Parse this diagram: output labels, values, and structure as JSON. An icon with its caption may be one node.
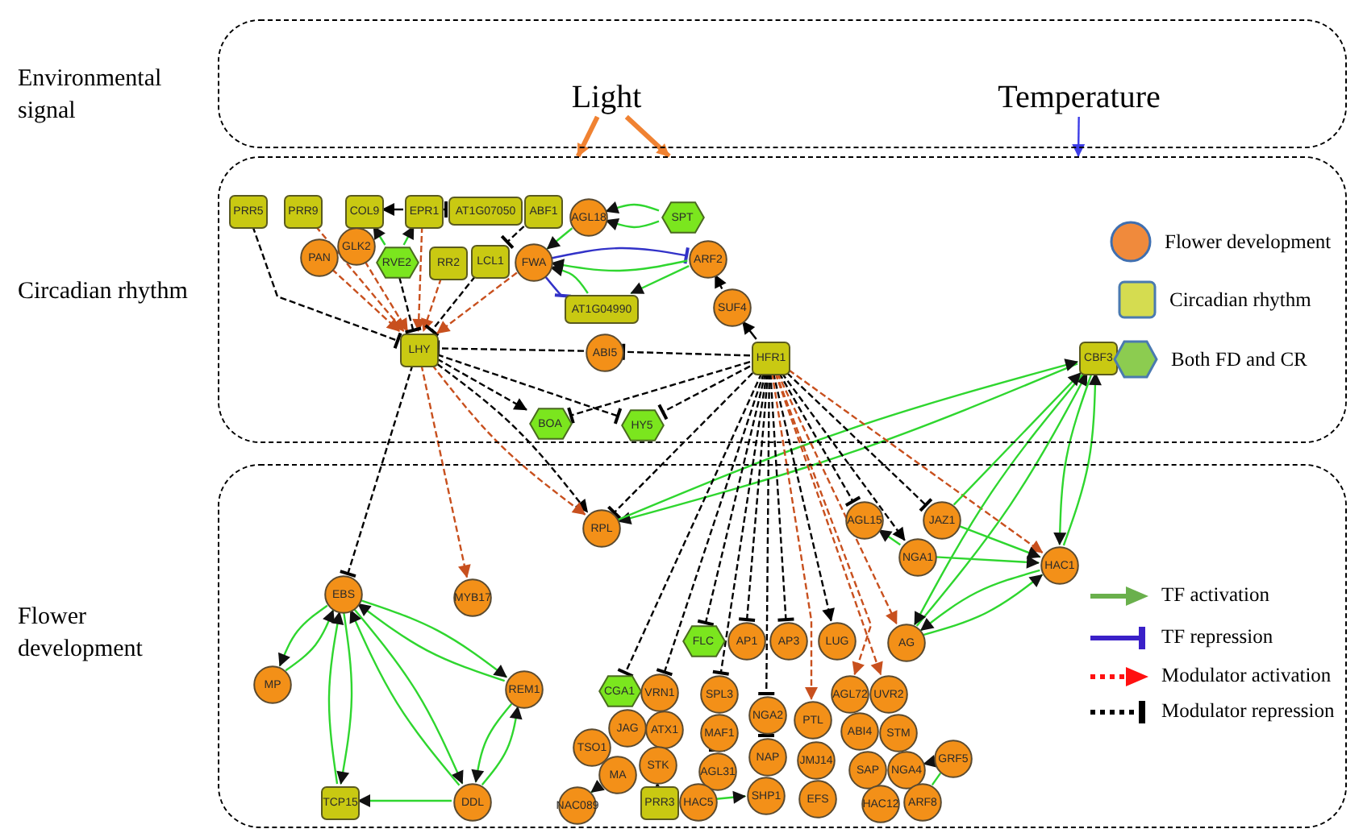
{
  "diagram": {
    "nodes": [
      {
        "text": [
          "Environmental signal"
        ]
      },
      {
        "text": [
          "Light"
        ],
        "in": 0
      },
      {
        "text": [
          "Temperature"
        ],
        "in": 0
      },
      {
        "text": [
          "Circadian rhythm"
        ]
      },
      {
        "text": [
          "PRR5"
        ],
        "in": 3
      },
      {
        "text": [
          "PRR9"
        ],
        "in": 3
      },
      {
        "text": [
          "COL9"
        ],
        "in": 3
      },
      {
        "text": [
          "EPR1"
        ],
        "in": 3
      },
      {
        "text": [
          "AT1G07050"
        ],
        "in": 3
      },
      {
        "text": [
          "ABF1"
        ],
        "in": 3
      },
      {
        "text": [
          "AGL18"
        ],
        "in": 3
      },
      {
        "text": [
          "SPT"
        ],
        "in": 3
      },
      {
        "text": [
          "PAN"
        ],
        "in": 3
      },
      {
        "text": [
          "GLK2"
        ],
        "in": 3
      },
      {
        "text": [
          "RVE2"
        ],
        "in": 3
      },
      {
        "text": [
          "RR2"
        ],
        "in": 3
      },
      {
        "text": [
          "LCL1"
        ],
        "in": 3
      },
      {
        "text": [
          "FWA"
        ],
        "in": 3
      },
      {
        "text": [
          "ARF2"
        ],
        "in": 3
      },
      {
        "text": [
          "AT1G04990"
        ],
        "in": 3
      },
      {
        "text": [
          "SUF4"
        ],
        "in": 3
      },
      {
        "text": [
          "LHY"
        ],
        "in": 3
      },
      {
        "text": [
          "ABI5"
        ],
        "in": 3
      },
      {
        "text": [
          "HFR1"
        ],
        "in": 3
      },
      {
        "text": [
          "CBF3"
        ],
        "in": 3
      },
      {
        "text": [
          "BOA"
        ],
        "in": 3
      },
      {
        "text": [
          "HY5"
        ],
        "in": 3
      },
      {
        "text": [
          "Flower development"
        ]
      },
      {
        "text": [
          "RPL"
        ],
        "in": 27
      },
      {
        "text": [
          "AGL15"
        ],
        "in": 27
      },
      {
        "text": [
          "JAZ1"
        ],
        "in": 27
      },
      {
        "text": [
          "NGA1"
        ],
        "in": 27
      },
      {
        "text": [
          "HAC1"
        ],
        "in": 27
      },
      {
        "text": [
          "EBS"
        ],
        "in": 27
      },
      {
        "text": [
          "MYB17"
        ],
        "in": 27
      },
      {
        "text": [
          "REM1"
        ],
        "in": 27
      },
      {
        "text": [
          "MP"
        ],
        "in": 27
      },
      {
        "text": [
          "FLC"
        ],
        "in": 27
      },
      {
        "text": [
          "AP1"
        ],
        "in": 27
      },
      {
        "text": [
          "AP3"
        ],
        "in": 27
      },
      {
        "text": [
          "LUG"
        ],
        "in": 27
      },
      {
        "text": [
          "AG"
        ],
        "in": 27
      },
      {
        "text": [
          "CGA1"
        ],
        "in": 27
      },
      {
        "text": [
          "VRN1"
        ],
        "in": 27
      },
      {
        "text": [
          "SPL3"
        ],
        "in": 27
      },
      {
        "text": [
          "AGL72"
        ],
        "in": 27
      },
      {
        "text": [
          "UVR2"
        ],
        "in": 27
      },
      {
        "text": [
          "NGA2"
        ],
        "in": 27
      },
      {
        "text": [
          "PTL"
        ],
        "in": 27
      },
      {
        "text": [
          "JAG"
        ],
        "in": 27
      },
      {
        "text": [
          "ATX1"
        ],
        "in": 27
      },
      {
        "text": [
          "ABI4"
        ],
        "in": 27
      },
      {
        "text": [
          "STM"
        ],
        "in": 27
      },
      {
        "text": [
          "MAF1"
        ],
        "in": 27
      },
      {
        "text": [
          "TSO1"
        ],
        "in": 27
      },
      {
        "text": [
          "STK"
        ],
        "in": 27
      },
      {
        "text": [
          "MA"
        ],
        "in": 27
      },
      {
        "text": [
          "NAP"
        ],
        "in": 27
      },
      {
        "text": [
          "SAP"
        ],
        "in": 27
      },
      {
        "text": [
          "NGA4"
        ],
        "in": 27
      },
      {
        "text": [
          "GRF5"
        ],
        "in": 27
      },
      {
        "text": [
          "AGL31"
        ],
        "in": 27
      },
      {
        "text": [
          "JMJ14"
        ],
        "in": 27
      },
      {
        "text": [
          "DDL"
        ],
        "in": 27
      },
      {
        "text": [
          "TCP15"
        ],
        "in": 27
      },
      {
        "text": [
          "NAC089"
        ],
        "in": 27
      },
      {
        "text": [
          "PRR3"
        ],
        "in": 27
      },
      {
        "text": [
          "HAC5"
        ],
        "in": 27
      },
      {
        "text": [
          "SHP1"
        ],
        "in": 27
      },
      {
        "text": [
          "EFS"
        ],
        "in": 27
      },
      {
        "text": [
          "HAC12"
        ],
        "in": 27
      },
      {
        "text": [
          "ARF8"
        ],
        "in": 27
      }
    ],
    "edges": [
      {
        "from": 1,
        "to": 3,
        "arrow": "to",
        "style": "thick",
        "color": "#f08232"
      },
      {
        "from": 1,
        "to": 3,
        "arrow": "to",
        "style": "thick",
        "color": "#f08232"
      },
      {
        "from": 2,
        "to": 3,
        "arrow": "to",
        "color": "#3c3ce6"
      },
      {
        "from": 4,
        "to": 21,
        "arrow": "other",
        "style": "dashed",
        "color": "#000000"
      },
      {
        "from": 5,
        "to": 21,
        "arrow": "to",
        "style": "dashed",
        "color": "#c8501e"
      },
      {
        "from": 7,
        "to": 6,
        "arrow": "to",
        "color": "#000000"
      },
      {
        "from": 7,
        "to": 8,
        "arrow": "other",
        "color": "#000000"
      },
      {
        "from": 7,
        "to": 21,
        "arrow": "to",
        "style": "dashed",
        "color": "#c8501e"
      },
      {
        "from": 14,
        "to": 6,
        "arrow": "to"
      },
      {
        "from": 14,
        "to": 7,
        "arrow": "to"
      },
      {
        "from": 9,
        "to": 16,
        "arrow": "other",
        "style": "dashed",
        "color": "#000000"
      },
      {
        "from": 12,
        "to": 21,
        "arrow": "to",
        "style": "dashed",
        "color": "#c8501e"
      },
      {
        "from": 13,
        "to": 21,
        "arrow": "to",
        "style": "dashed",
        "color": "#c8501e"
      },
      {
        "from": 14,
        "to": 21,
        "arrow": "other",
        "style": "dashed",
        "color": "#000000"
      },
      {
        "from": 15,
        "to": 21,
        "arrow": "to",
        "style": "dashed",
        "color": "#c8501e"
      },
      {
        "from": 16,
        "to": 21,
        "arrow": "other",
        "style": "dashed",
        "color": "#000000"
      },
      {
        "from": 17,
        "to": 21,
        "arrow": "to",
        "style": "dashed",
        "color": "#c8501e"
      },
      {
        "from": 11,
        "to": 10,
        "arrow": "to"
      },
      {
        "from": 11,
        "to": 10,
        "arrow": "to"
      },
      {
        "from": 10,
        "to": 17,
        "arrow": "to"
      },
      {
        "from": 17,
        "to": 18,
        "arrow": "other",
        "color": "#3232c8"
      },
      {
        "from": 18,
        "to": 17,
        "arrow": "to"
      },
      {
        "from": 18,
        "to": 19,
        "arrow": "to"
      },
      {
        "from": 19,
        "to": 17,
        "arrow": "to"
      },
      {
        "from": 17,
        "to": 19,
        "arrow": "other",
        "color": "#3232c8"
      },
      {
        "from": 20,
        "to": 18,
        "arrow": "to",
        "color": "#000000"
      },
      {
        "from": 23,
        "to": 20,
        "arrow": "to",
        "color": "#000000"
      },
      {
        "from": 23,
        "to": 22,
        "arrow": "other",
        "style": "dashed",
        "color": "#000000"
      },
      {
        "from": 22,
        "to": 21,
        "arrow": "other",
        "style": "dashed",
        "color": "#000000"
      },
      {
        "from": 21,
        "to": 25,
        "arrow": "to",
        "style": "dashed",
        "color": "#000000"
      },
      {
        "from": 21,
        "to": 26,
        "arrow": "other",
        "style": "dashed",
        "color": "#000000"
      },
      {
        "from": 23,
        "to": 25,
        "arrow": "other",
        "style": "dashed",
        "color": "#000000"
      },
      {
        "from": 23,
        "to": 26,
        "arrow": "other",
        "style": "dashed",
        "color": "#000000"
      },
      {
        "from": 21,
        "to": 28,
        "arrow": "to",
        "style": "dashed",
        "color": "#000000"
      },
      {
        "from": 21,
        "to": 28,
        "arrow": "to",
        "style": "dashed",
        "color": "#c8501e"
      },
      {
        "from": 23,
        "to": 28,
        "arrow": "other",
        "style": "dashed",
        "color": "#000000"
      },
      {
        "from": 21,
        "to": 33,
        "arrow": "other",
        "style": "dashed",
        "color": "#000000"
      },
      {
        "from": 21,
        "to": 34,
        "arrow": "to",
        "style": "dashed",
        "color": "#c8501e"
      },
      {
        "from": 24,
        "to": 28,
        "arrow": "to"
      },
      {
        "from": 28,
        "to": 24,
        "arrow": "to"
      },
      {
        "from": 23,
        "to": 29,
        "arrow": "other",
        "style": "dashed",
        "color": "#000000"
      },
      {
        "from": 23,
        "to": 30,
        "arrow": "other",
        "style": "dashed",
        "color": "#000000"
      },
      {
        "from": 23,
        "to": 31,
        "arrow": "to",
        "style": "dashed",
        "color": "#000000"
      },
      {
        "from": 23,
        "to": 32,
        "arrow": "to",
        "style": "dashed",
        "color": "#c8501e"
      },
      {
        "from": 23,
        "to": 41,
        "arrow": "to",
        "style": "dashed",
        "color": "#c8501e"
      },
      {
        "from": 23,
        "to": 40,
        "arrow": "to",
        "style": "dashed",
        "color": "#000000"
      },
      {
        "from": 23,
        "to": 45,
        "arrow": "to",
        "style": "dashed",
        "color": "#c8501e"
      },
      {
        "from": 23,
        "to": 46,
        "arrow": "to",
        "style": "dashed",
        "color": "#c8501e"
      },
      {
        "from": 23,
        "to": 48,
        "arrow": "to",
        "style": "dashed",
        "color": "#c8501e"
      },
      {
        "from": 23,
        "to": 39,
        "arrow": "other",
        "style": "dashed",
        "color": "#000000"
      },
      {
        "from": 23,
        "to": 38,
        "arrow": "other",
        "style": "dashed",
        "color": "#000000"
      },
      {
        "from": 23,
        "to": 47,
        "arrow": "other",
        "style": "dashed",
        "color": "#000000"
      },
      {
        "from": 23,
        "to": 44,
        "arrow": "other",
        "style": "dashed",
        "color": "#000000"
      },
      {
        "from": 23,
        "to": 37,
        "arrow": "other",
        "style": "dashed",
        "color": "#000000"
      },
      {
        "from": 23,
        "to": 43,
        "arrow": "other",
        "style": "dashed",
        "color": "#000000"
      },
      {
        "from": 23,
        "to": 42,
        "arrow": "other",
        "style": "dashed",
        "color": "#000000"
      },
      {
        "from": 47,
        "to": 57,
        "arrow": "other",
        "style": "dashed",
        "color": "#000000"
      },
      {
        "from": 53,
        "to": 61,
        "arrow": "other",
        "style": "dashed",
        "color": "#000000"
      },
      {
        "from": 31,
        "to": 29,
        "arrow": "to"
      },
      {
        "from": 30,
        "to": 32,
        "arrow": "to"
      },
      {
        "from": 31,
        "to": 32,
        "arrow": "to"
      },
      {
        "from": 41,
        "to": 24,
        "arrow": "to"
      },
      {
        "from": 24,
        "to": 41,
        "arrow": "to"
      },
      {
        "from": 32,
        "to": 24,
        "arrow": "to"
      },
      {
        "from": 24,
        "to": 32,
        "arrow": "to"
      },
      {
        "from": 30,
        "to": 24,
        "arrow": "to"
      },
      {
        "from": 41,
        "to": 32,
        "arrow": "to"
      },
      {
        "from": 32,
        "to": 41,
        "arrow": "to"
      },
      {
        "from": 36,
        "to": 33,
        "arrow": "to"
      },
      {
        "from": 33,
        "to": 36,
        "arrow": "to"
      },
      {
        "from": 33,
        "to": 64,
        "arrow": "to"
      },
      {
        "from": 64,
        "to": 33,
        "arrow": "to"
      },
      {
        "from": 33,
        "to": 63,
        "arrow": "to"
      },
      {
        "from": 63,
        "to": 33,
        "arrow": "to"
      },
      {
        "from": 33,
        "to": 35,
        "arrow": "to"
      },
      {
        "from": 35,
        "to": 33,
        "arrow": "to"
      },
      {
        "from": 63,
        "to": 35,
        "arrow": "to"
      },
      {
        "from": 35,
        "to": 63,
        "arrow": "to"
      },
      {
        "from": 63,
        "to": 64,
        "arrow": "to"
      },
      {
        "from": 56,
        "to": 65,
        "arrow": "to"
      },
      {
        "from": 66,
        "to": 55,
        "arrow": "to"
      },
      {
        "from": 67,
        "to": 68,
        "arrow": "to"
      },
      {
        "from": 60,
        "to": 59,
        "arrow": "to"
      },
      {
        "from": 71,
        "to": 60,
        "arrow": "none"
      }
    ],
    "legend": [
      {
        "text": "Flower development"
      },
      {
        "text": "Circadian rhythm"
      },
      {
        "text": "Both FD and CR"
      },
      {
        "text": "TF activation"
      },
      {
        "text": "TF repression"
      },
      {
        "text": "Modulator activation"
      },
      {
        "text": "Modulator repression"
      }
    ]
  }
}
